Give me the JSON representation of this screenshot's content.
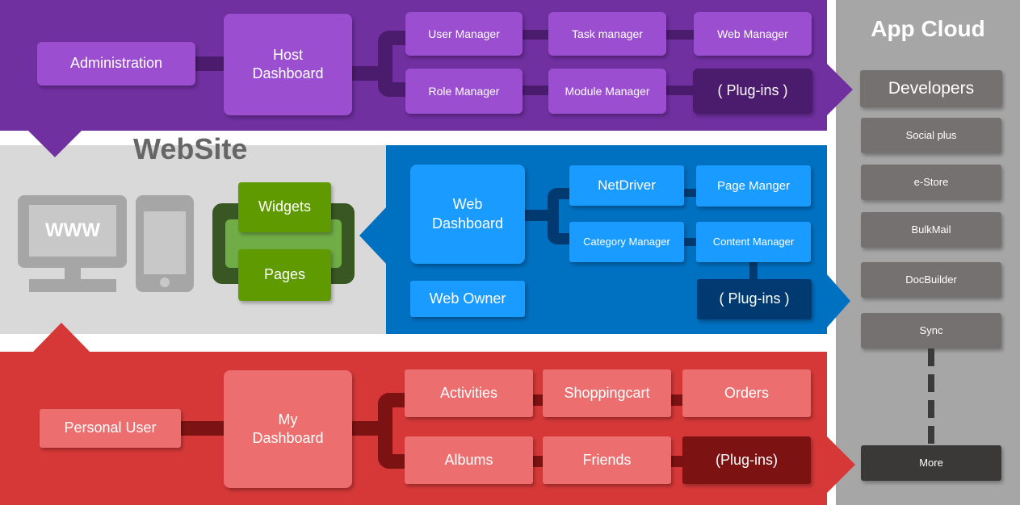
{
  "colors": {
    "admin_band": "#7030a0",
    "admin_box": "#9b4fd0",
    "admin_dark": "#4b1b6e",
    "website_band": "#d9d9d9",
    "web_band": "#0070c0",
    "web_box": "#1a9bff",
    "web_dark": "#003a70",
    "user_band": "#d63838",
    "user_box": "#ec6e6e",
    "user_dark": "#7d1212",
    "cloud_band": "#a6a6a6",
    "cloud_box": "#767171",
    "more_box": "#3b3838",
    "green_dark": "#385723",
    "green_mid": "#70ad47",
    "green_box": "#5f9a00"
  },
  "admin": {
    "administration": "Administration",
    "host_dashboard": "Host\nDashboard",
    "user_manager": "User Manager",
    "task_manager": "Task manager",
    "web_manager": "Web Manager",
    "role_manager": "Role Manager",
    "module_manager": "Module Manager",
    "plugins": "( Plug-ins )"
  },
  "website": {
    "title": "WebSite",
    "www": "WWW",
    "widgets": "Widgets",
    "pages": "Pages"
  },
  "web": {
    "web_dashboard": "Web\nDashboard",
    "web_owner": "Web Owner",
    "netdriver": "NetDriver",
    "page_manager": "Page Manger",
    "category_manager": "Category Manager",
    "content_manager": "Content Manager",
    "plugins": "( Plug-ins )"
  },
  "user": {
    "personal_user": "Personal User",
    "my_dashboard": "My\nDashboard",
    "activities": "Activities",
    "shoppingcart": "Shoppingcart",
    "orders": "Orders",
    "albums": "Albums",
    "friends": "Friends",
    "plugins": "(Plug-ins)"
  },
  "cloud": {
    "title": "App Cloud",
    "developers": "Developers",
    "items": [
      "Social plus",
      "e-Store",
      "BulkMail",
      "DocBuilder",
      "Sync"
    ],
    "more": "More"
  },
  "icons": [
    "monitor-icon",
    "phone-icon"
  ]
}
